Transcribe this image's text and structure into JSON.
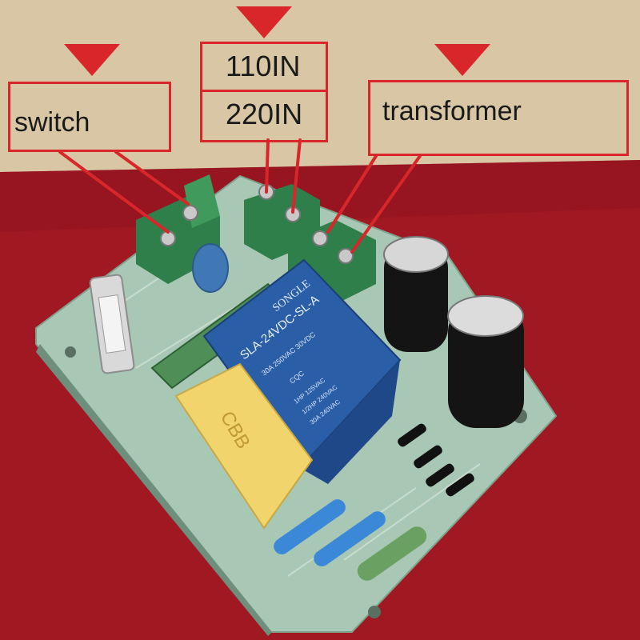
{
  "labels": {
    "switch": "switch",
    "in_110": "110IN",
    "in_220": "220IN",
    "transformer": "transformer"
  },
  "board_markings": {
    "relay_brand": "SONGLE",
    "relay_model": "SLA-24VDC-SL-A",
    "relay_rating_1": "30A 250VAC 30VDC",
    "relay_rating_2": "1HP 125VAC",
    "relay_rating_3": "1/2HP 240VAC",
    "relay_rating_4": "30A 240VAC",
    "relay_cert": "CQC",
    "capacitor_yellow": "CBB"
  },
  "colors": {
    "annotation_red": "#d8262a",
    "background_tan": "#d9c6a5",
    "cloth_red": "#a01822",
    "pcb_green": "#a8c7b4",
    "terminal_green": "#2f7f4a",
    "relay_blue": "#2a5ea6",
    "capacitor_black": "#141414",
    "x2_yellow": "#f2d46c"
  }
}
